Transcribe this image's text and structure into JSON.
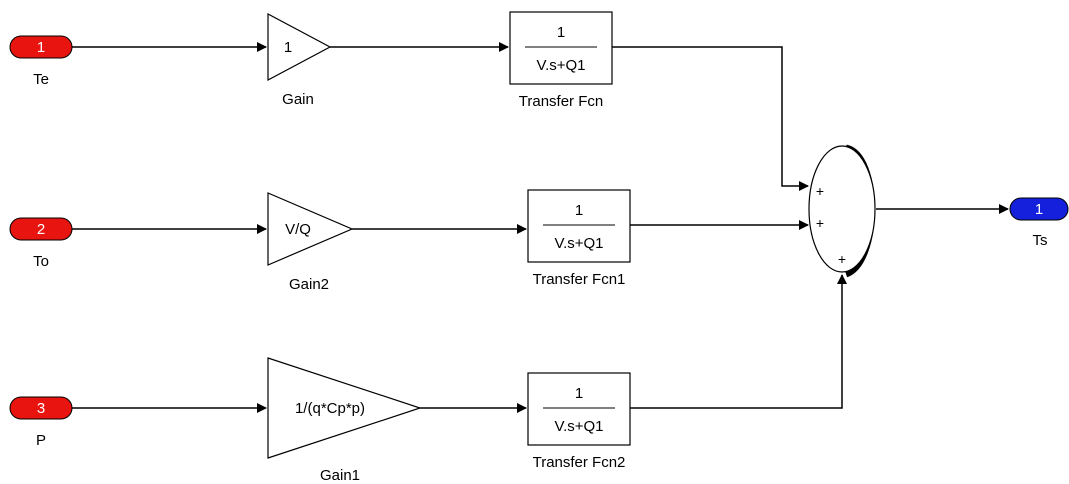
{
  "colors": {
    "inport": "#e8140f",
    "outport": "#1420dc",
    "line": "#000000",
    "background": "#ffffff"
  },
  "inports": [
    {
      "number": "1",
      "label": "Te"
    },
    {
      "number": "2",
      "label": "To"
    },
    {
      "number": "3",
      "label": "P"
    }
  ],
  "outport": {
    "number": "1",
    "label": "Ts"
  },
  "gains": [
    {
      "value": "1",
      "label": "Gain"
    },
    {
      "value": "V/Q",
      "label": "Gain2"
    },
    {
      "value": "1/(q*Cp*p)",
      "label": "Gain1"
    }
  ],
  "transfer_fcns": [
    {
      "numerator": "1",
      "denominator": "V.s+Q1",
      "label": "Transfer Fcn"
    },
    {
      "numerator": "1",
      "denominator": "V.s+Q1",
      "label": "Transfer Fcn1"
    },
    {
      "numerator": "1",
      "denominator": "V.s+Q1",
      "label": "Transfer Fcn2"
    }
  ],
  "sum": {
    "signs": [
      "+",
      "+",
      "+"
    ]
  }
}
